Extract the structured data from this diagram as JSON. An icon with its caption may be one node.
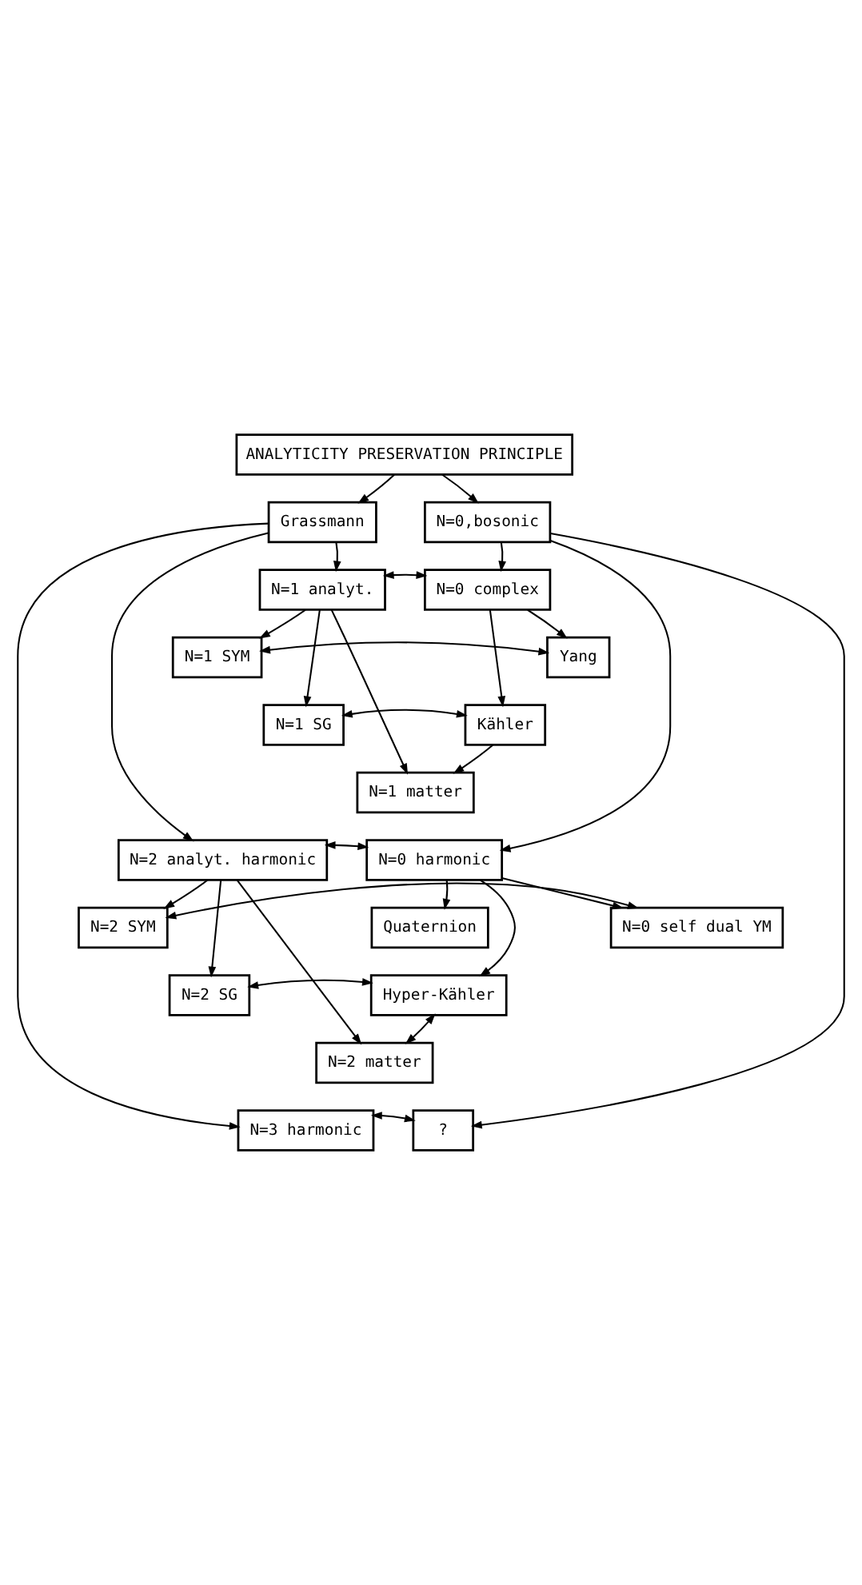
{
  "diagram": {
    "nodes": [
      {
        "text": [
          "ANALYTICITY PRESERVATION PRINCIPLE"
        ]
      },
      {
        "text": [
          "Grassmann"
        ]
      },
      {
        "text": [
          "N=0,bosonic"
        ]
      },
      {
        "text": [
          "N=1 analyt."
        ]
      },
      {
        "text": [
          "N=0 complex"
        ]
      },
      {
        "text": [
          "N=1 SYM"
        ]
      },
      {
        "text": [
          "Yang"
        ]
      },
      {
        "text": [
          "N=1 SG"
        ]
      },
      {
        "text": [
          "Kähler"
        ]
      },
      {
        "text": [
          "N=1 matter"
        ]
      },
      {
        "text": [
          "N=2 analyt. harmonic"
        ]
      },
      {
        "text": [
          "N=0 harmonic"
        ]
      },
      {
        "text": [
          "N=2 SYM"
        ]
      },
      {
        "text": [
          "N=0 self dual YM"
        ]
      },
      {
        "text": [
          "Quaternion"
        ]
      },
      {
        "text": [
          "N=2 SG"
        ]
      },
      {
        "text": [
          "Hyper-Kähler"
        ]
      },
      {
        "text": [
          "N=2 matter"
        ]
      },
      {
        "text": [
          "N=3 harmonic"
        ]
      },
      {
        "text": [
          "?"
        ]
      }
    ],
    "edges": [
      {
        "from": 0,
        "to": 1,
        "arrow": "to"
      },
      {
        "from": 0,
        "to": 2,
        "arrow": "to"
      },
      {
        "from": 1,
        "to": 3,
        "arrow": "to"
      },
      {
        "from": 2,
        "to": 4,
        "arrow": "to"
      },
      {
        "from": 3,
        "to": 4,
        "arrow": "both"
      },
      {
        "from": 3,
        "to": 5,
        "arrow": "to"
      },
      {
        "from": 4,
        "to": 6,
        "arrow": "to"
      },
      {
        "from": 5,
        "to": 6,
        "arrow": "both"
      },
      {
        "from": 3,
        "to": 7,
        "arrow": "to"
      },
      {
        "from": 4,
        "to": 8,
        "arrow": "to"
      },
      {
        "from": 7,
        "to": 8,
        "arrow": "both"
      },
      {
        "from": 3,
        "to": 9,
        "arrow": "to"
      },
      {
        "from": 8,
        "to": 9,
        "arrow": "to"
      },
      {
        "from": 1,
        "to": 10,
        "arrow": "to"
      },
      {
        "from": 2,
        "to": 11,
        "arrow": "to"
      },
      {
        "from": 10,
        "to": 11,
        "arrow": "both"
      },
      {
        "from": 10,
        "to": 12,
        "arrow": "to"
      },
      {
        "from": 11,
        "to": 13,
        "arrow": "to"
      },
      {
        "from": 11,
        "to": 14,
        "arrow": "to"
      },
      {
        "from": 12,
        "to": 13,
        "arrow": "both"
      },
      {
        "from": 10,
        "to": 15,
        "arrow": "to"
      },
      {
        "from": 11,
        "to": 16,
        "arrow": "to"
      },
      {
        "from": 15,
        "to": 16,
        "arrow": "both"
      },
      {
        "from": 10,
        "to": 17,
        "arrow": "to"
      },
      {
        "from": 16,
        "to": 17,
        "arrow": "both"
      },
      {
        "from": 1,
        "to": 18,
        "arrow": "to"
      },
      {
        "from": 18,
        "to": 19,
        "arrow": "both"
      },
      {
        "from": 2,
        "to": 19,
        "arrow": "to"
      }
    ]
  }
}
